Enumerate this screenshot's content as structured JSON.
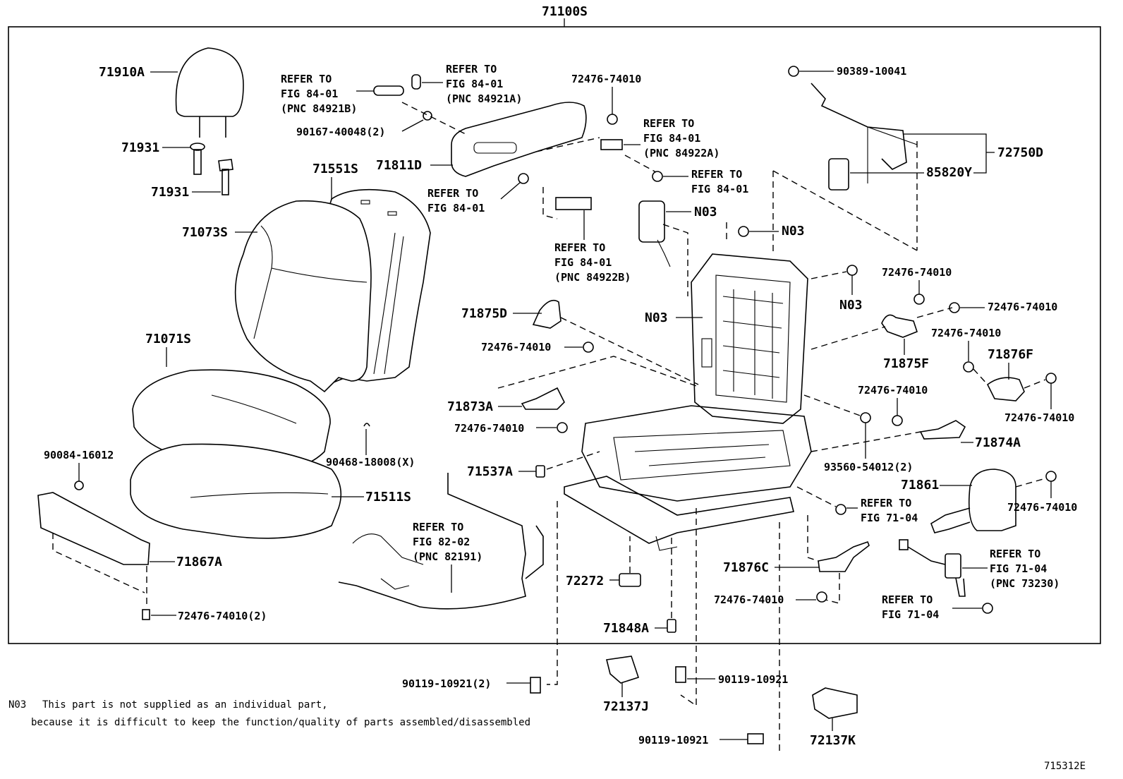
{
  "assembly_number": "71100S",
  "figure_id": "715312E",
  "callouts": {
    "headrest": "71910A",
    "support_a": "71931",
    "support_b": "71931",
    "back_cover": "71551S",
    "back_pad": "71073S",
    "cushion_cover": "71071S",
    "cushion_pad": "71511S",
    "side_clip_bolt": "90084-16012",
    "hog_ring": "90468-18008(X)",
    "shield_front": "71867A",
    "shield_screw": "72476-74010(2)",
    "refer_switch_b": [
      "REFER TO",
      "FIG 84-01",
      "(PNC 84921B)"
    ],
    "refer_switch_a": [
      "REFER TO",
      "FIG 84-01",
      "(PNC 84921A)"
    ],
    "screw_90167": "90167-40048(2)",
    "side_shield": "71811D",
    "screw_top": "72476-74010",
    "refer_switch_84922a": [
      "REFER TO",
      "FIG 84-01",
      "(PNC 84922A)"
    ],
    "refer_fig_84_01_a": [
      "REFER TO",
      "FIG 84-01"
    ],
    "refer_fig_84_01_b": [
      "REFER TO",
      "FIG 84-01"
    ],
    "refer_switch_84922b": [
      "REFER TO",
      "FIG 84-01",
      "(PNC 84922B)"
    ],
    "airbag": "N03",
    "nut_n03_top": "N03",
    "frame_n03": "N03",
    "nut_n03_right": "N03",
    "nut_90389": "90389-10041",
    "sensor_assy": "72750D",
    "sensor": "85820Y",
    "cover_71875d": "71875D",
    "screw_71875d": "72476-74010",
    "cover_71873a": "71873A",
    "screw_71873a": "72476-74010",
    "cap_71537a": "71537A",
    "refer_wire_harness": [
      "REFER TO",
      "FIG 82-02",
      "(PNC 82191)"
    ],
    "screw_r1": "72476-74010",
    "screw_r2": "72476-74010",
    "cover_71875f": "71875F",
    "screw_r3": "72476-74010",
    "cover_71876f": "71876F",
    "screw_r4": "72476-74010",
    "screw_r5": "72476-74010",
    "bolt_93560": "93560-54012(2)",
    "cover_71874a": "71874A",
    "knob_71861": "71861",
    "screw_r6": "72476-74010",
    "refer_fig_71_04_a": [
      "REFER TO",
      "FIG 71-04"
    ],
    "refer_belt": [
      "REFER TO",
      "FIG 71-04",
      "(PNC 73230)"
    ],
    "refer_fig_71_04_b": [
      "REFER TO",
      "FIG 71-04"
    ],
    "cover_71876c": "71876C",
    "screw_71876c": "72476-74010",
    "clip_72272": "72272",
    "pin_71848a": "71848A",
    "bolt_left": "90119-10921(2)",
    "bolt_center": "90119-10921",
    "bolt_bottom": "90119-10921",
    "cover_72137j": "72137J",
    "cover_72137k": "72137K"
  },
  "footnote": {
    "code": "N03",
    "line1": "This part is not supplied as an individual part,",
    "line2": "because it is difficult to keep the function/quality of parts assembled/disassembled"
  }
}
